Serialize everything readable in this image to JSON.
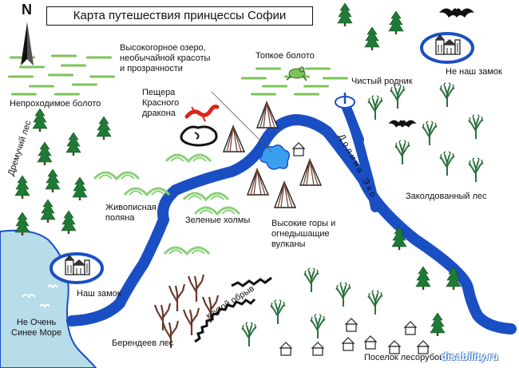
{
  "title": "Карта путешествия принцессы Софии",
  "compass": {
    "letter": "N"
  },
  "labels": {
    "impassable_swamp": "Непроходимое болото",
    "highland_lake": "Высокогорное озеро,\nнеобычайной красоты\nи прозрачности",
    "quagmire": "Топкое болото",
    "clear_spring": "Чистый родник",
    "not_our_castle": "Не наш замок",
    "cave": "Пещера\nКрасного\nдракона",
    "dense_forest": "Дремучий лес",
    "valley": "Долина Эхо",
    "enchanted_forest": "Заколдованный лес",
    "meadow": "Живописная\nполяна",
    "green_hills": "Зеленые холмы",
    "mountains": "Высокие горы и\nогнедышащие\nвулканы",
    "our_castle": "Наш замок",
    "sea": "Не Очень\nСинее Море",
    "cliff": "крутой обрыв",
    "berendey_forest": "Берендеев лес",
    "village": "Поселок лесорубов"
  },
  "watermark": "disability.ru",
  "colors": {
    "river": "#1a4fc4",
    "sea": "#b7dcea",
    "swamp": "#7cc35a",
    "hill": "#8cd07a",
    "tree": "#1f7a35",
    "dead_tree": "#2a7040",
    "castle_ring": "#1a4fc4",
    "dragon": "#d9251c"
  }
}
